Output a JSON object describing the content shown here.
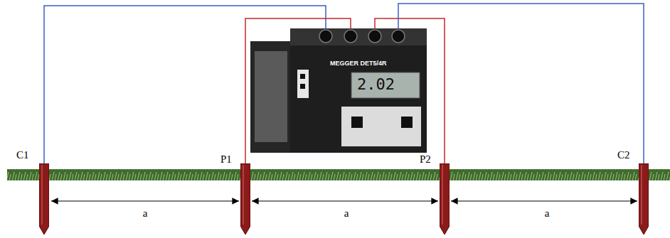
{
  "diagram": {
    "nodes": [
      {
        "text": [
          "MEGGER DET5/4R",
          "2.02"
        ]
      },
      {
        "text": [
          "C1"
        ]
      },
      {
        "text": [
          "P1"
        ]
      },
      {
        "text": [
          "P2"
        ]
      },
      {
        "text": [
          "C2"
        ]
      }
    ],
    "edges": [
      {
        "from": 1,
        "to": 0,
        "arrow": "none"
      },
      {
        "from": 2,
        "to": 0,
        "arrow": "none"
      },
      {
        "from": 3,
        "to": 0,
        "arrow": "none"
      },
      {
        "from": 4,
        "to": 0,
        "arrow": "none"
      }
    ],
    "labels": [
      "a",
      "a",
      "a"
    ]
  }
}
